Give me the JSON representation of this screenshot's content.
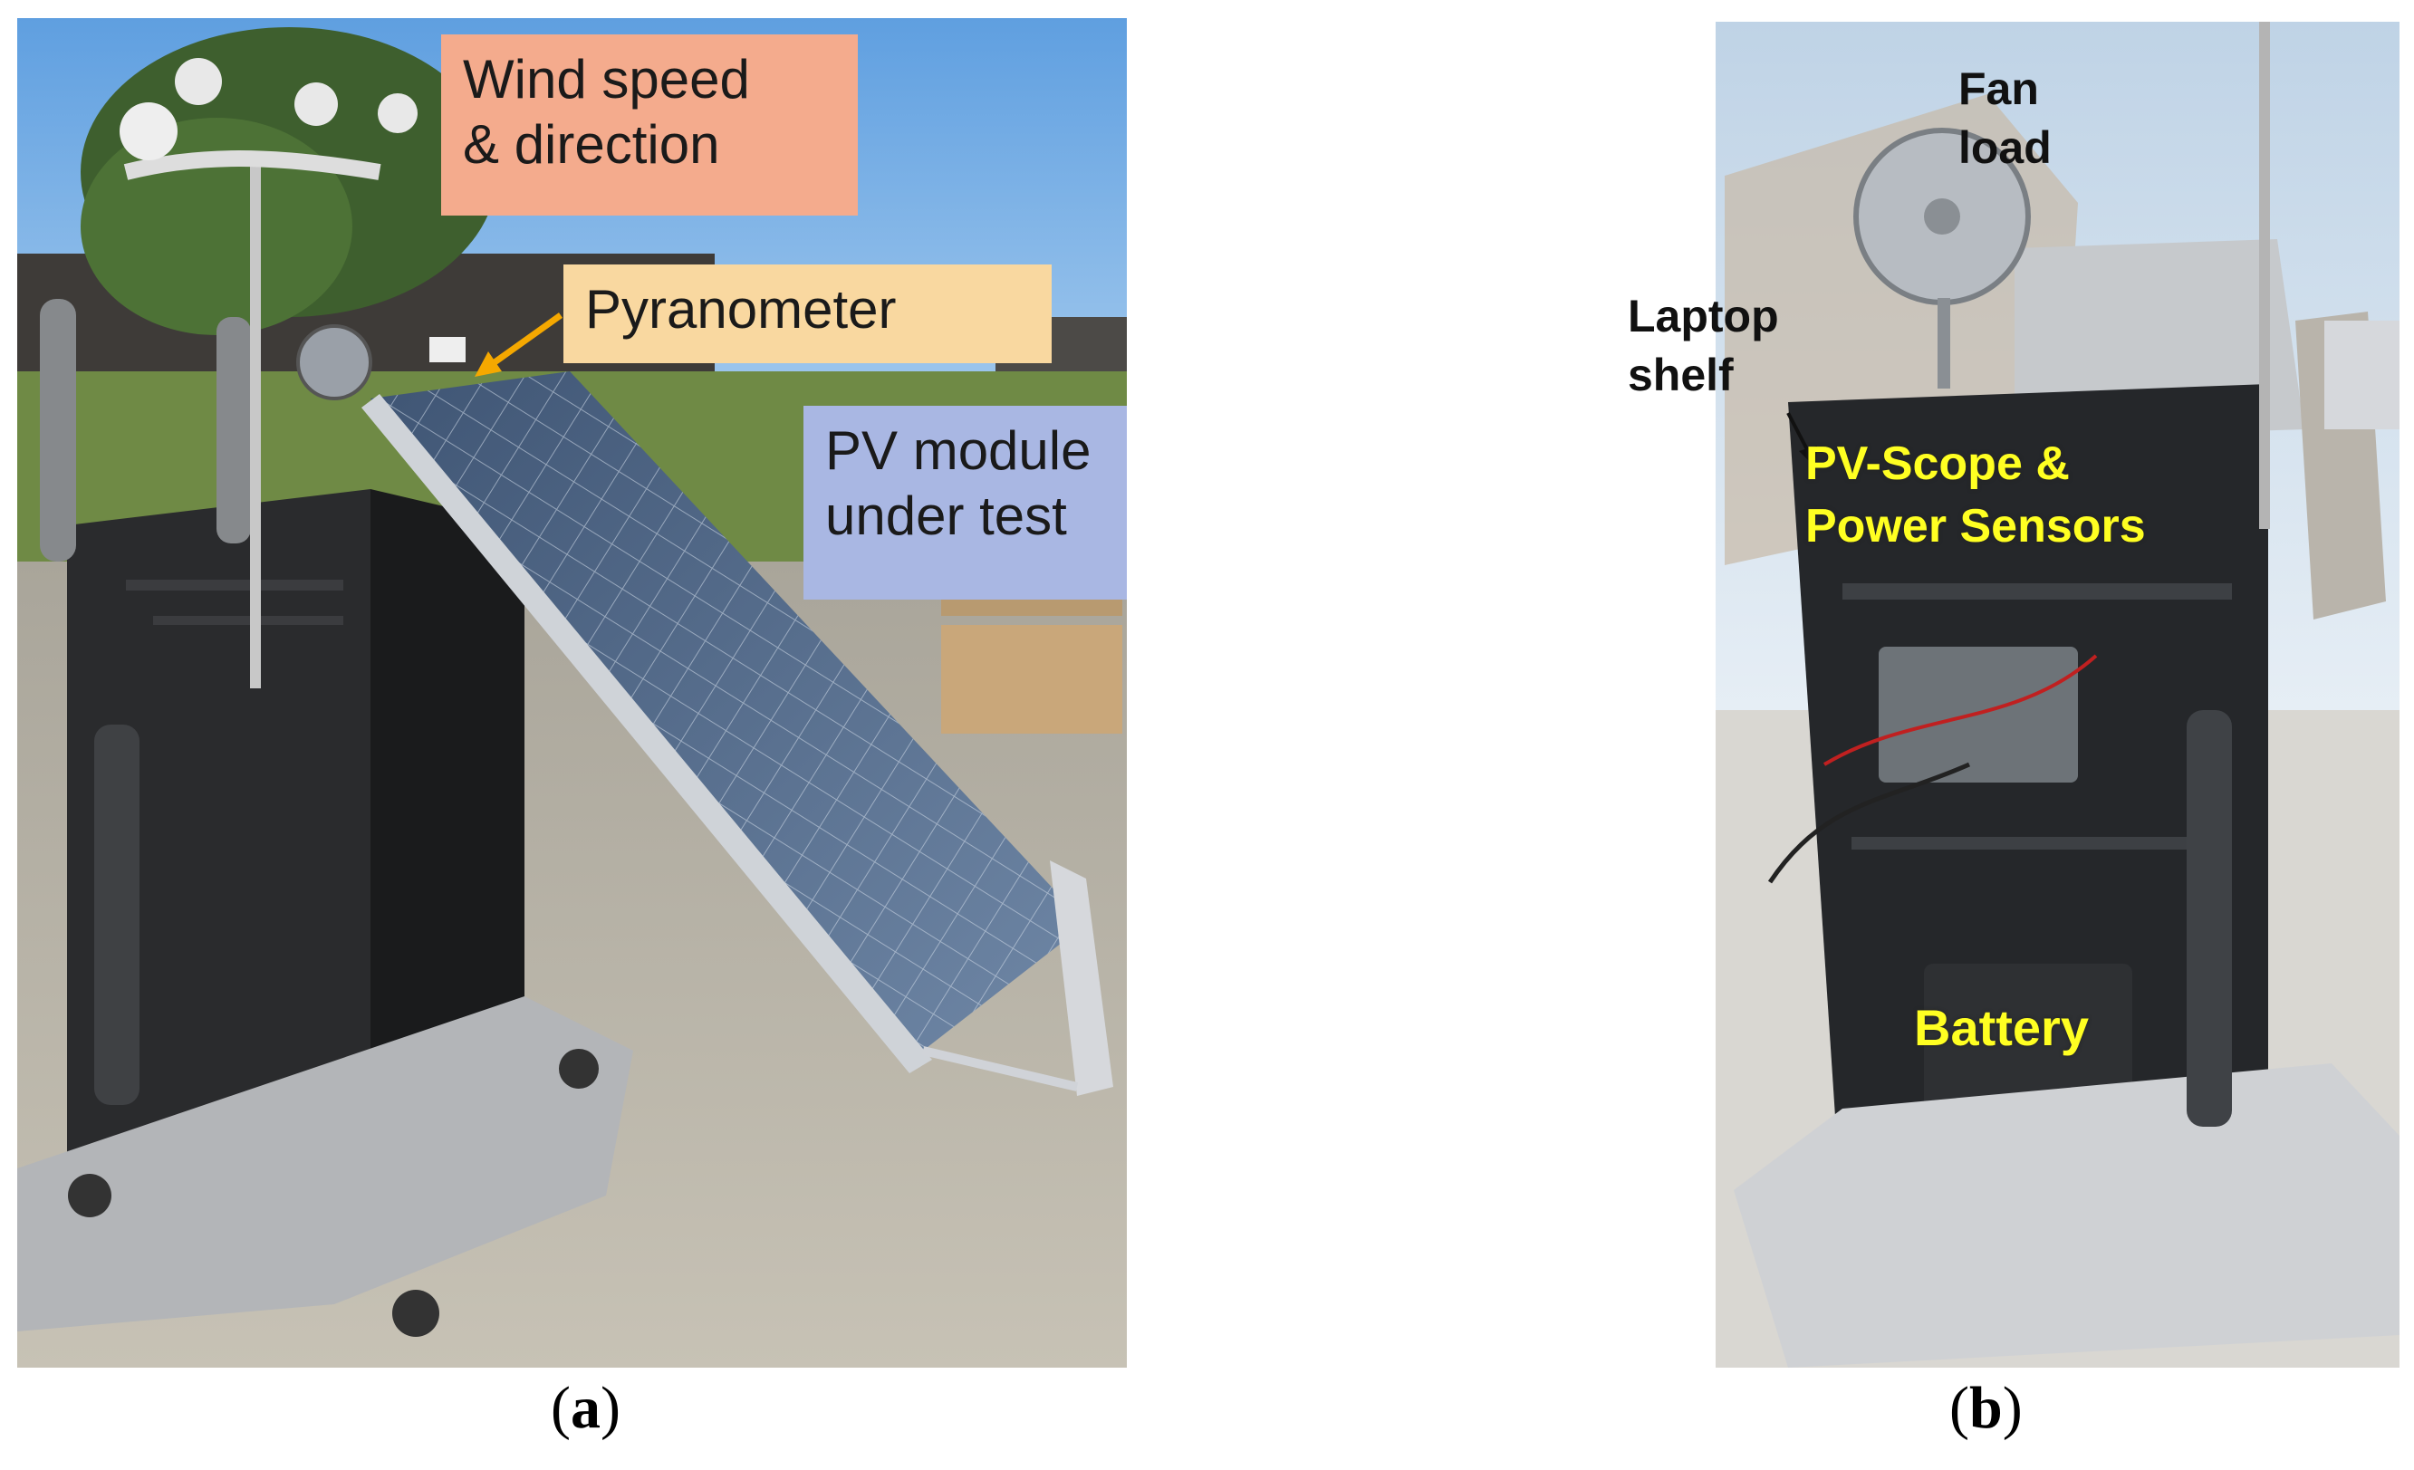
{
  "panel_a": {
    "callouts": {
      "wind": [
        "Wind speed",
        "& direction"
      ],
      "pyranometer": "Pyranometer",
      "pv_module": [
        "PV module",
        "under test"
      ]
    },
    "caption": {
      "open": "(",
      "letter": "a",
      "close": ")"
    }
  },
  "panel_b": {
    "labels": {
      "fan": [
        "Fan",
        "load"
      ],
      "laptop": [
        "Laptop",
        "shelf"
      ],
      "pvscope": [
        "PV-Scope &",
        "Power Sensors"
      ],
      "battery": "Battery"
    },
    "caption": {
      "open": "(",
      "letter": "b",
      "close": ")"
    }
  },
  "colors": {
    "wind_callout": "#f4ab8d",
    "pyranometer_callout": "#f9d8a0",
    "pv_callout": "#a9b7e3",
    "yellow_labels": "#ffff22",
    "arrow_orange": "#f5a800"
  }
}
